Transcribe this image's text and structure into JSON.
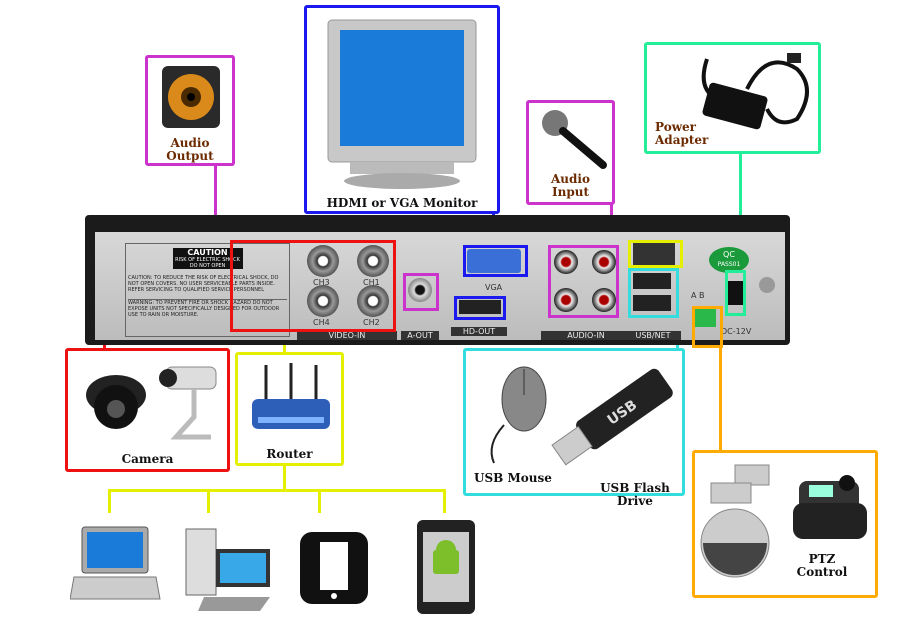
{
  "colors": {
    "video": "#ee1111",
    "audio": "#cc33cc",
    "display": "#1a1aee",
    "network": "#e4f000",
    "usb": "#33dddd",
    "power": "#22ee99",
    "ptz": "#ffaa00"
  },
  "peripherals": {
    "audio_output": {
      "line1": "Audio",
      "line2": "Output",
      "icon": "speaker-icon"
    },
    "monitor": {
      "label": "HDMI or VGA Monitor",
      "icon": "monitor-icon"
    },
    "audio_input": {
      "line1": "Audio",
      "line2": "Input",
      "icon": "microphone-icon"
    },
    "power": {
      "line1": "Power",
      "line2": "Adapter",
      "icon": "power-adapter-icon"
    },
    "camera": {
      "label": "Camera",
      "icon": "cctv-camera-icon"
    },
    "router": {
      "label": "Router",
      "icon": "router-icon"
    },
    "usb_mouse": {
      "label": "USB Mouse",
      "icon": "mouse-icon"
    },
    "usb_flash": {
      "label": "USB Flash Drive",
      "icon": "usb-drive-icon",
      "drive_text": "USB"
    },
    "ptz": {
      "line1": "PTZ",
      "line2": "Control",
      "icon": "ptz-camera-icon"
    }
  },
  "dvr": {
    "caution_title": "CAUTION",
    "caution_sub1": "RISK OF ELECTRIC SHOCK",
    "caution_sub2": "DO NOT OPEN",
    "caution_text": "CAUTION: TO REDUCE THE RISK OF ELECTRICAL SHOCK, DO NOT OPEN COVERS. NO USER SERVICEABLE PARTS INSIDE. REFER SERVICING TO QUALIFIED SERVICE PERSONNEL",
    "warning_text": "WARNING: TO PREVENT FIRE OR SHOCK HAZARD DO NOT EXPOSE UNITS NOT SPECIFICALLY DESIGNED FOR OUTDOOR USE TO RAIN OR MOISTURE.",
    "video_in": "VIDEO-IN",
    "a_out": "A-OUT",
    "vga": "VGA",
    "hd_out": "HD-OUT",
    "audio_in": "AUDIO-IN",
    "usb_net": "USB/NET",
    "channels": [
      "CH3",
      "CH1",
      "CH4",
      "CH2"
    ],
    "qc": "QC",
    "qc_sub": "PASS01",
    "rs485": "A B",
    "dc": "DC-12V"
  },
  "clients": [
    "laptop-icon",
    "desktop-icon",
    "smartphone-icon",
    "android-phone-icon"
  ]
}
